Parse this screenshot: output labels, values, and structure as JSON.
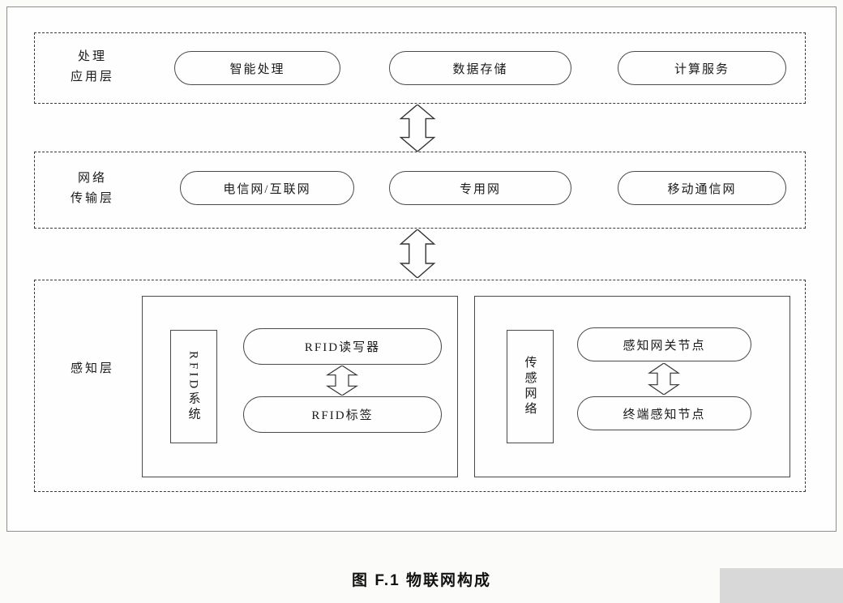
{
  "caption": "图 F.1  物联网构成",
  "application_layer": {
    "label_line1": "处理",
    "label_line2": "应用层",
    "items": [
      "智能处理",
      "数据存储",
      "计算服务"
    ]
  },
  "network_layer": {
    "label_line1": "网络",
    "label_line2": "传输层",
    "items": [
      "电信网/互联网",
      "专用网",
      "移动通信网"
    ]
  },
  "perception_layer": {
    "label": "感知层",
    "rfid_group": {
      "side_label": "RFID系统",
      "nodes": [
        "RFID读写器",
        "RFID标签"
      ]
    },
    "sensor_group": {
      "side_label": "传感网络",
      "nodes": [
        "感知网关节点",
        "终端感知节点"
      ]
    }
  }
}
